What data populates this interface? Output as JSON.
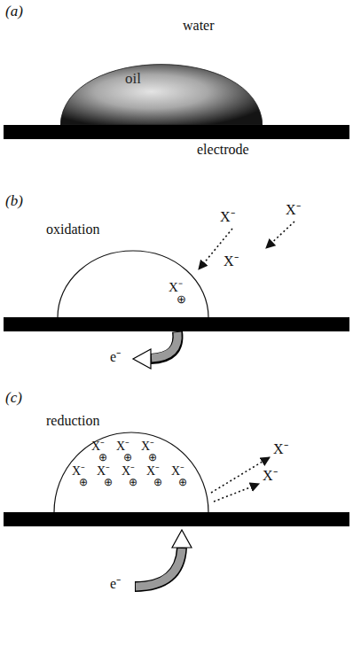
{
  "diagram": {
    "nodes": [
      {
        "text": [
          "oil"
        ]
      }
    ],
    "labels": [
      "(a)",
      "water",
      "electrode",
      "(b)",
      "oxidation",
      "X⁻",
      "X⁻",
      "X⁻",
      "X⁻",
      "⊕",
      "e⁻",
      "(c)",
      "reduction",
      "X⁻",
      "⊕",
      "X⁻",
      "⊕",
      "X⁻",
      "⊕",
      "X⁻",
      "⊕",
      "X⁻",
      "⊕",
      "X⁻",
      "⊕",
      "X⁻",
      "⊕",
      "X⁻",
      "⊕",
      "X⁻",
      "X⁻",
      "e⁻"
    ]
  }
}
